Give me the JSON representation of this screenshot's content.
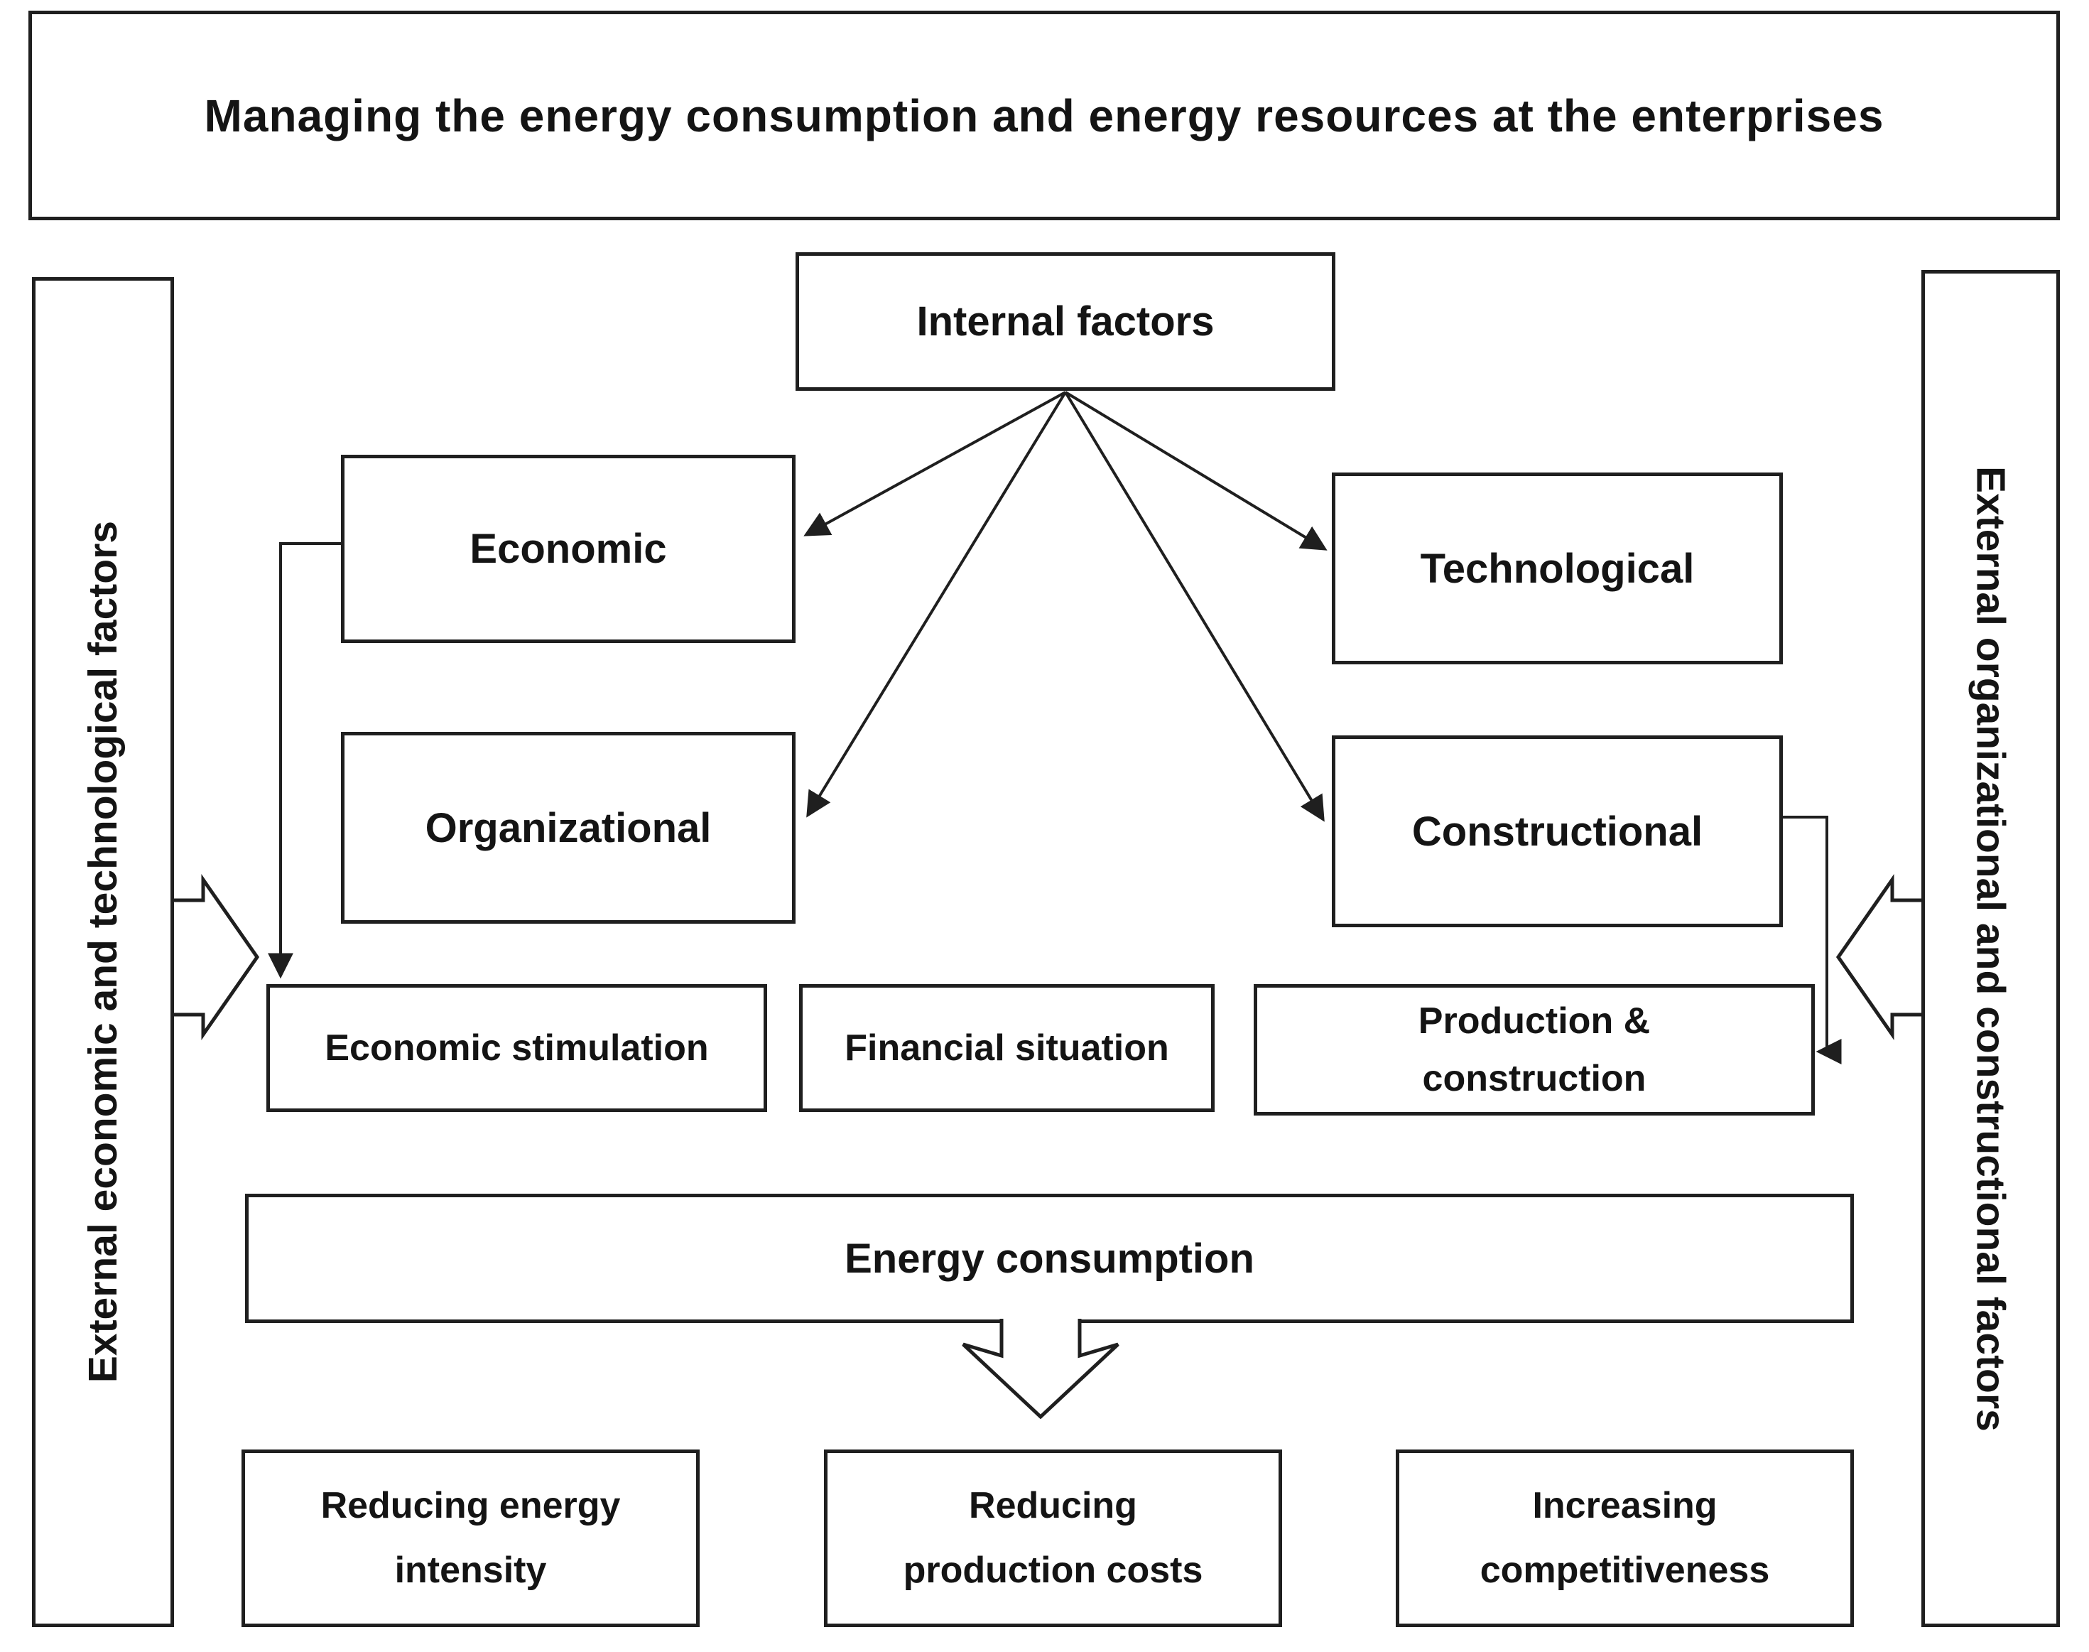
{
  "diagram": {
    "title": "Managing  the energy consumption  and energy resources at the enterprises",
    "side_bars": {
      "left": "External economic and technological factors",
      "right": "External organizational and constructional factors"
    },
    "nodes": {
      "internal_factors": "Internal factors",
      "economic": "Economic",
      "technological": "Technological",
      "organizational": "Organizational",
      "constructional": "Constructional",
      "economic_stimulation": "Economic stimulation",
      "financial_situation": "Financial situation",
      "production_construction": "Production & construction",
      "energy_consumption": "Energy consumption",
      "reducing_energy_intensity": "Reducing energy intensity",
      "reducing_production_costs": "Reducing production costs",
      "increasing_competitiveness": "Increasing competitiveness"
    },
    "colors": {
      "ink": "#1f1f1f",
      "background": "#ffffff"
    }
  }
}
